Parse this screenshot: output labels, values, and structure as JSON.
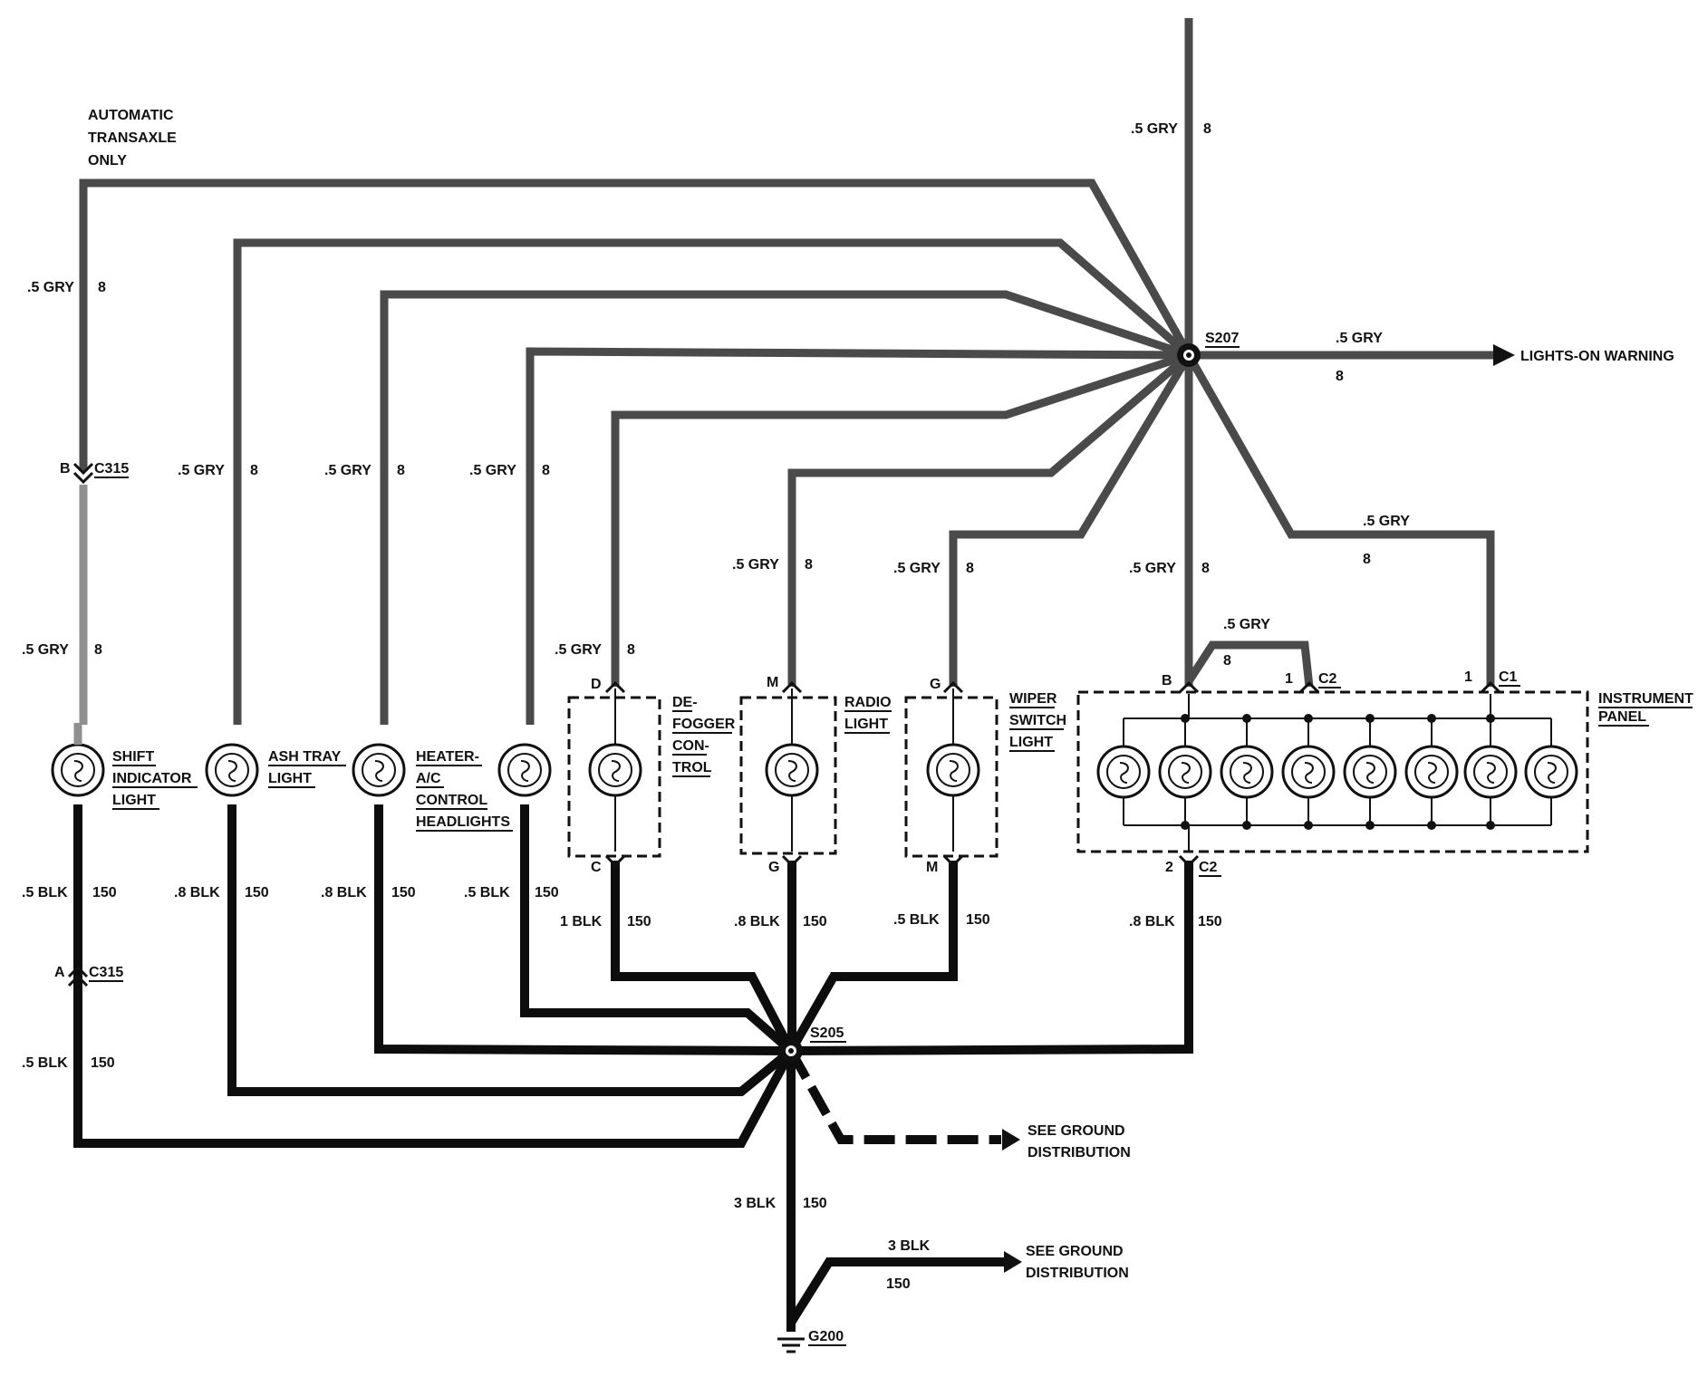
{
  "note": {
    "line1": "AUTOMATIC",
    "line2": "TRANSAXLE",
    "line3": "ONLY"
  },
  "splices": {
    "top": "S207",
    "bottom": "S205"
  },
  "ground": {
    "label": "G200"
  },
  "lights_on_warning": {
    "label": "LIGHTS-ON WARNING",
    "wire": ".5 GRY",
    "circuit": "8"
  },
  "see_ground_1": {
    "line1": "SEE GROUND",
    "line2": "DISTRIBUTION"
  },
  "see_ground_2": {
    "line1": "SEE GROUND",
    "line2": "DISTRIBUTION"
  },
  "ground_wires": {
    "main": {
      "wire": "3 BLK",
      "circuit": "150"
    },
    "branch": {
      "wire": "3 BLK",
      "circuit": "150"
    }
  },
  "top_feed": {
    "wire": ".5 GRY",
    "circuit": "8"
  },
  "connectors": {
    "c315_b": {
      "pin": "B",
      "name": "C315"
    },
    "c315_a": {
      "pin": "A",
      "name": "C315"
    },
    "c2_top": {
      "pin": "1",
      "name": "C2"
    },
    "c1_top": {
      "pin": "1",
      "name": "C1"
    },
    "c2_bottom": {
      "pin": "2",
      "name": "C2"
    },
    "ip_b": {
      "pin": "B"
    }
  },
  "components": {
    "shift": {
      "label1": "SHIFT",
      "label2": "INDICATOR",
      "label3": "LIGHT"
    },
    "ash": {
      "label1": "ASH TRAY",
      "label2": "LIGHT"
    },
    "heater": {
      "label1": "HEATER-",
      "label2": "A/C",
      "label3": "CONTROL",
      "label4": "HEADLIGHTS"
    },
    "defogger": {
      "label1": "DE-",
      "label2": "FOGGER",
      "label3": "CON-",
      "label4": "TROL",
      "pin_top": "D",
      "pin_bottom": "C"
    },
    "radio": {
      "label1": "RADIO",
      "label2": "LIGHT",
      "pin_top": "M",
      "pin_bottom": "G"
    },
    "wiper": {
      "label1": "WIPER",
      "label2": "SWITCH",
      "label3": "LIGHT",
      "pin_top": "G",
      "pin_bottom": "M"
    },
    "ip": {
      "label1": "INSTRUMENT",
      "label2": "PANEL"
    }
  },
  "wires": {
    "shift_upper": {
      "wire": ".5 GRY",
      "circuit": "8"
    },
    "shift_mid": {
      "wire": ".5 GRY",
      "circuit": "8"
    },
    "shift_lower1": {
      "wire": ".5 BLK",
      "circuit": "150"
    },
    "shift_lower2": {
      "wire": ".5 BLK",
      "circuit": "150"
    },
    "ash_upper": {
      "wire": ".5 GRY",
      "circuit": "8"
    },
    "ash_lower": {
      "wire": ".8 BLK",
      "circuit": "150"
    },
    "heater_upper": {
      "wire": ".5 GRY",
      "circuit": "8"
    },
    "heater_lower": {
      "wire": ".8 BLK",
      "circuit": "150"
    },
    "head_upper": {
      "wire": ".5 GRY",
      "circuit": "8"
    },
    "head_lower": {
      "wire": ".5 BLK",
      "circuit": "150"
    },
    "defog_upper": {
      "wire": ".5 GRY",
      "circuit": "8"
    },
    "defog_lower": {
      "wire": "1 BLK",
      "circuit": "150"
    },
    "radio_upper": {
      "wire": ".5 GRY",
      "circuit": "8"
    },
    "radio_lower": {
      "wire": ".8 BLK",
      "circuit": "150"
    },
    "wiper_upper": {
      "wire": ".5 GRY",
      "circuit": "8"
    },
    "wiper_lower": {
      "wire": ".5 BLK",
      "circuit": "150"
    },
    "ip_b_upper": {
      "wire": ".5 GRY",
      "circuit": "8"
    },
    "ip_jumper": {
      "wire": ".5 GRY",
      "circuit": "8"
    },
    "ip_c1_upper": {
      "wire": ".5 GRY",
      "circuit": "8"
    },
    "ip_lower": {
      "wire": ".8 BLK",
      "circuit": "150"
    }
  }
}
